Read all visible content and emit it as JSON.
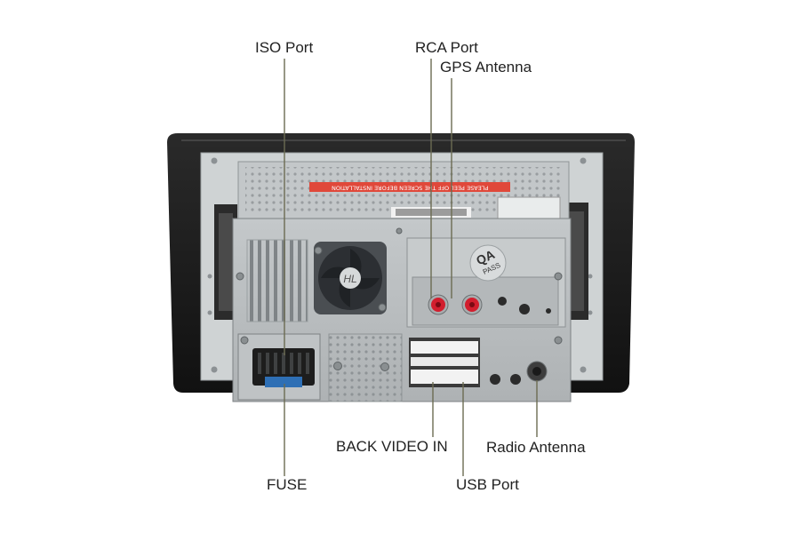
{
  "labels": {
    "iso_port": "ISO Port",
    "rca_port": "RCA Port",
    "gps_antenna": "GPS Antenna",
    "back_video_in": "BACK VIDEO IN",
    "radio_antenna": "Radio Antenna",
    "fuse": "FUSE",
    "usb_port": "USB Port"
  },
  "device_markings": {
    "sticker": "PLEASE PEEL OFF THE SCREEN BEFORE INSTALLATION",
    "qa_badge_line1": "QA",
    "qa_badge_line2": "PASS",
    "fan_logo": "HL"
  },
  "colors": {
    "bezel": "#1c1c1c",
    "panel": "#cfd3d4",
    "chassis": "#b9bdbf",
    "sticker": "#e0483a",
    "antenna_connector": "#d21e2e",
    "leader_line": "#6b6b52"
  }
}
